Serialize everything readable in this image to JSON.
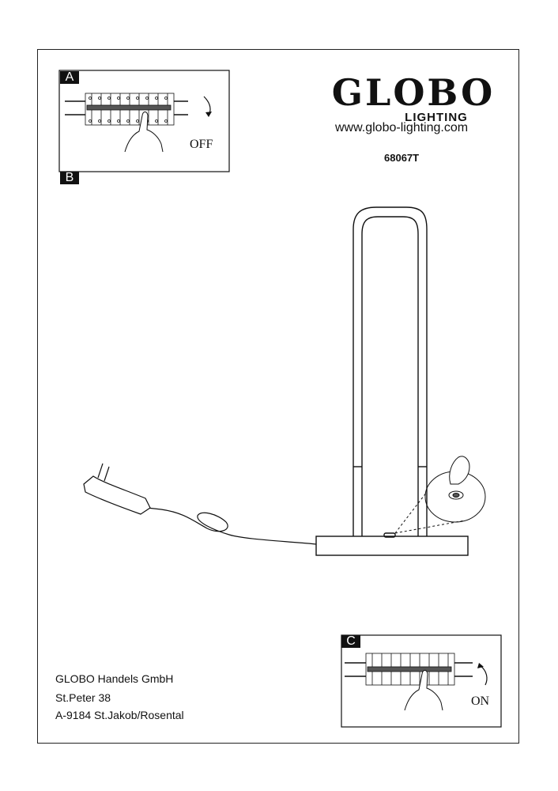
{
  "brand": {
    "name": "GLOBO",
    "sub": "LIGHTING",
    "url": "www.globo-lighting.com"
  },
  "model": "68067T",
  "steps": {
    "a": {
      "label": "A",
      "state": "OFF"
    },
    "b": {
      "label": "B"
    },
    "c": {
      "label": "C",
      "state": "ON"
    }
  },
  "address": {
    "line1": "GLOBO Handels GmbH",
    "line2": "St.Peter 38",
    "line3": "A-9184 St.Jakob/Rosental"
  }
}
